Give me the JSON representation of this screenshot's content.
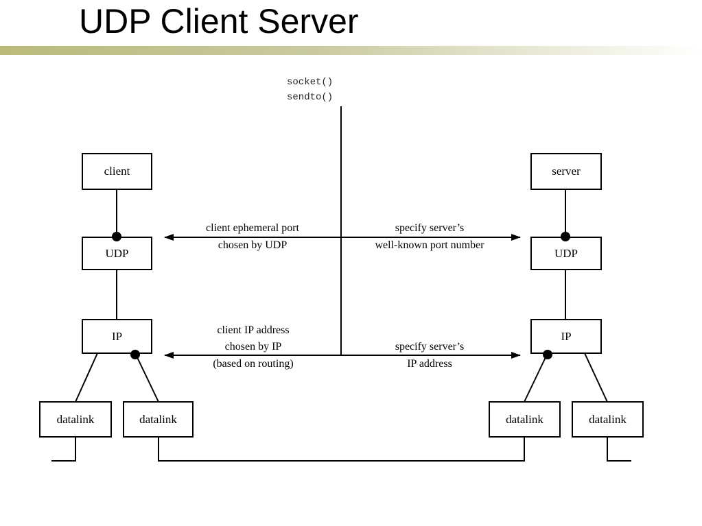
{
  "title": "UDP Client Server",
  "calls": [
    "socket()",
    "sendto()"
  ],
  "client": {
    "app": "client",
    "transport": "UDP",
    "network": "IP",
    "links": [
      "datalink",
      "datalink"
    ]
  },
  "server": {
    "app": "server",
    "transport": "UDP",
    "network": "IP",
    "links": [
      "datalink",
      "datalink"
    ]
  },
  "port_notes": {
    "client_lines": [
      "client ephemeral port",
      "chosen by UDP"
    ],
    "server_lines": [
      "specify server’s",
      "well-known port number"
    ]
  },
  "ip_notes": {
    "client_lines": [
      "client IP address",
      "chosen by IP",
      "(based on routing)"
    ],
    "server_lines": [
      "specify server’s",
      "IP address"
    ]
  },
  "colors": {
    "title_rule": "#b9ba7a",
    "ink": "#000000"
  }
}
